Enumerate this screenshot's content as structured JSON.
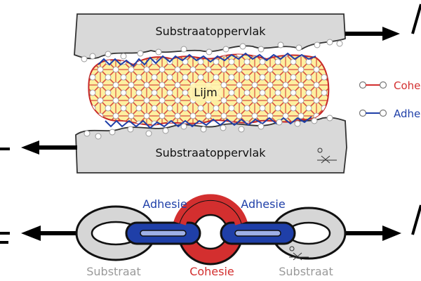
{
  "top_diagram": {
    "substrate_top_label": "Substraatoppervlak",
    "substrate_bottom_label": "Substraatoppervlak",
    "adhesive_label": "Lijm",
    "legend": [
      {
        "label": "Cohe",
        "color": "#d32f2f"
      },
      {
        "label": "Adhe",
        "color": "#1f3fa8"
      }
    ]
  },
  "chain_diagram": {
    "adhesion_left": "Adhesie",
    "adhesion_right": "Adhesie",
    "substrate_left": "Substraat",
    "cohesion": "Cohesie",
    "substrate_right": "Substraat"
  },
  "colors": {
    "substrate_fill": "#d9d9d9",
    "adhesive_fill": "#fdf0a0",
    "cohesion": "#d32f2f",
    "adhesion": "#1f3fa8",
    "substrate_text": "#9a9a9a"
  }
}
